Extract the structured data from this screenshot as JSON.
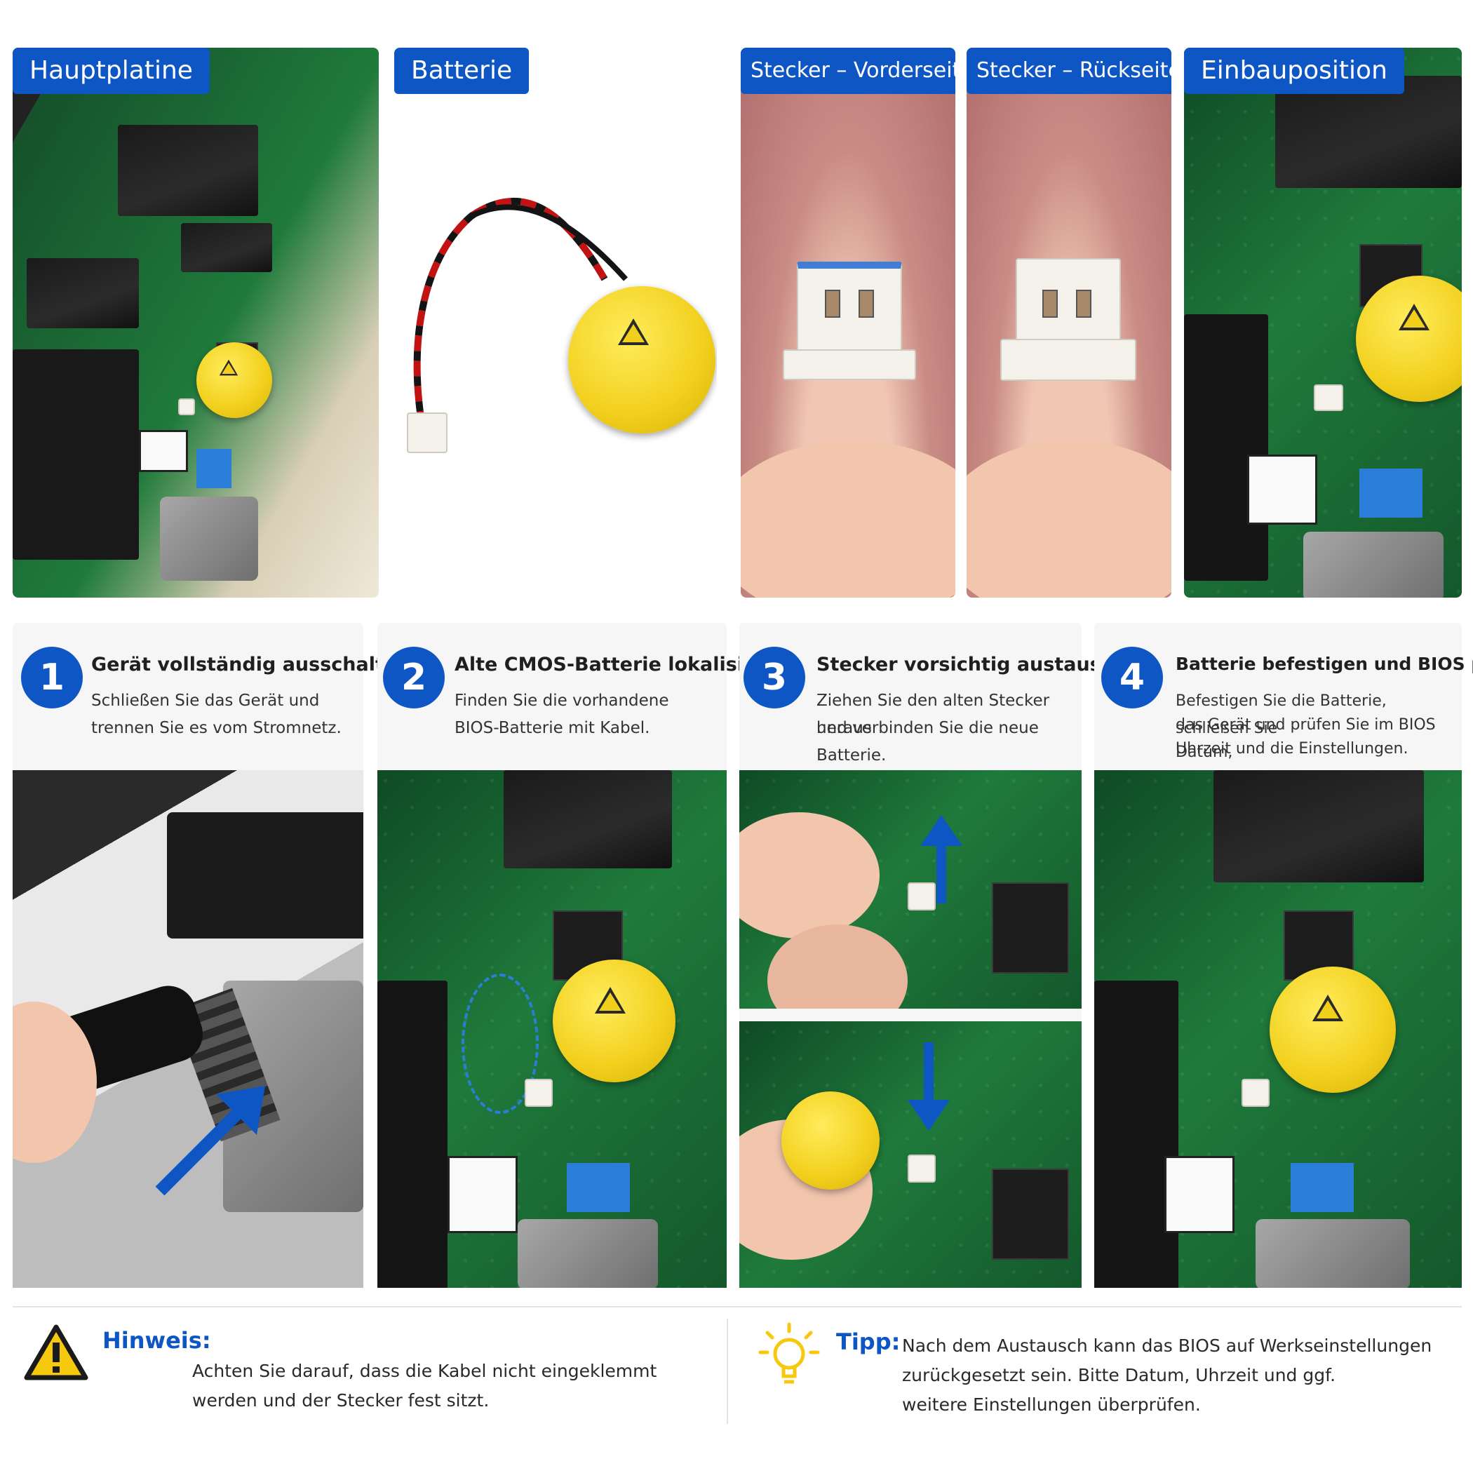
{
  "top_panels": {
    "mainboard": "Hauptplatine",
    "battery": "Batterie",
    "plug_front": "Stecker – Vorderseite",
    "plug_back": "Stecker – Rückseite",
    "position": "Einbauposition"
  },
  "steps": [
    {
      "number": "1",
      "title": "Gerät vollständig ausschalten",
      "line1": "Schließen Sie das Gerät und",
      "line2": "trennen Sie es vom Stromnetz.",
      "line3": ""
    },
    {
      "number": "2",
      "title": "Alte CMOS-Batterie lokalisieren",
      "line1": "Finden Sie die vorhandene",
      "line2": "BIOS-Batterie mit Kabel.",
      "line3": ""
    },
    {
      "number": "3",
      "title": "Stecker vorsichtig austauschen",
      "line1": "Ziehen Sie den alten Stecker heraus",
      "line2": "und verbinden Sie die neue Batterie.",
      "line3": ""
    },
    {
      "number": "4",
      "title": "Batterie befestigen und BIOS prüfen",
      "line1": "Befestigen Sie die Batterie, schließen Sie",
      "line2": "das Gerät und prüfen Sie im BIOS Datum,",
      "line3": "Uhrzeit und die Einstellungen."
    }
  ],
  "notes": {
    "hint_title": "Hinweis:",
    "hint_line1": "Achten Sie darauf, dass die Kabel nicht eingeklemmt",
    "hint_line2": "werden und der Stecker fest sitzt.",
    "tip_title": "Tipp:",
    "tip_line1": "Nach dem Austausch kann das BIOS auf Werkseinstellungen",
    "tip_line2": "zurückgesetzt sein. Bitte Datum, Uhrzeit und ggf.",
    "tip_line3": "weitere Einstellungen überprüfen."
  },
  "colors": {
    "accent": "#0d56c4",
    "battery_yellow": "#f2cf1c",
    "warning_yellow": "#f6c90e"
  },
  "icons": {
    "warning": "warning-triangle-icon",
    "tip": "lightbulb-icon"
  }
}
